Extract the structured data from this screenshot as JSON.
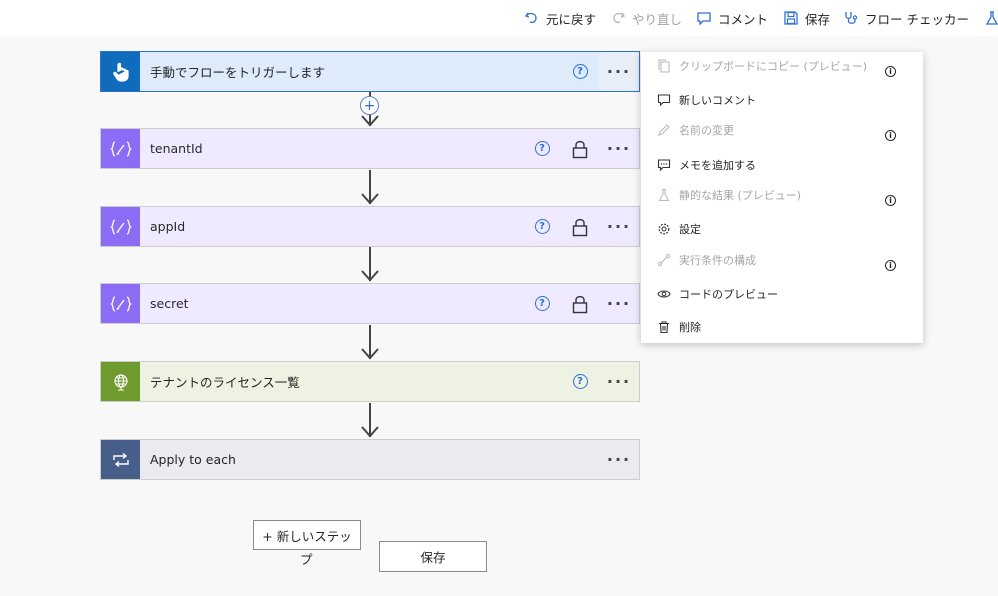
{
  "toolbar": {
    "undo": "元に戻す",
    "redo": "やり直し",
    "comment": "コメント",
    "save": "保存",
    "checker": "フロー チェッカー"
  },
  "steps": [
    {
      "title": "手動でフローをトリガーします",
      "icon": "touch-icon",
      "help": "?"
    },
    {
      "title": "tenantId",
      "icon": "variable-icon",
      "help": "?"
    },
    {
      "title": "appId",
      "icon": "variable-icon",
      "help": "?"
    },
    {
      "title": "secret",
      "icon": "variable-icon",
      "help": "?"
    },
    {
      "title": "テナントのライセンス一覧",
      "icon": "globe-icon",
      "help": "?"
    },
    {
      "title": "Apply to each",
      "icon": "loop-icon"
    }
  ],
  "more": "···",
  "add_step_symbol": "+",
  "buttons": {
    "new_step": "+ 新しいステッ",
    "new_step_wrap": "プ",
    "save": "保存"
  },
  "menu": {
    "items": [
      {
        "label": "クリップボードにコピー (プレビュー)",
        "disabled": true,
        "info": true
      },
      {
        "label": "新しいコメント",
        "disabled": false
      },
      {
        "label": "名前の変更",
        "disabled": true,
        "info": true
      },
      {
        "label": "メモを追加する",
        "disabled": false
      },
      {
        "label": "静的な結果 (プレビュー)",
        "disabled": true,
        "info": true
      },
      {
        "label": "設定",
        "disabled": false
      },
      {
        "label": "実行条件の構成",
        "disabled": true,
        "info": true
      },
      {
        "label": "コードのプレビュー",
        "disabled": false
      },
      {
        "label": "削除",
        "disabled": false
      }
    ],
    "info_symbol": "i"
  },
  "colors": {
    "accent": "#2f6fd6",
    "trigger": "#0f6cbd",
    "variable": "#8c6cf5",
    "http": "#6e9a2e",
    "loop": "#475d8a"
  }
}
